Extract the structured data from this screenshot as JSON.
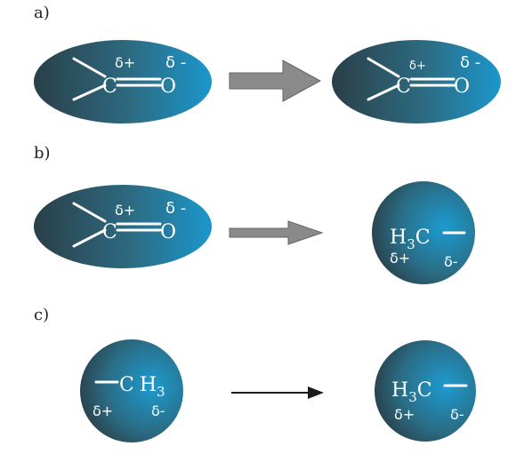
{
  "panels": {
    "a": {
      "label": "a)",
      "left": {
        "atom_c": "C",
        "atom_o": "O",
        "delta_plus": "δ+",
        "delta_minus": "δ -"
      },
      "right": {
        "atom_c": "C",
        "atom_o": "O",
        "delta_plus": "δ+",
        "delta_minus": "δ -"
      }
    },
    "b": {
      "label": "b)",
      "left": {
        "atom_c": "C",
        "atom_o": "O",
        "delta_plus": "δ+",
        "delta_minus": "δ -"
      },
      "right": {
        "h": "H",
        "sub": "3",
        "c": "C",
        "delta_plus": "δ+",
        "delta_minus": "δ-"
      }
    },
    "c": {
      "label": "c)",
      "left": {
        "c": "C",
        "h": "H",
        "sub": "3",
        "delta_plus": "δ+",
        "delta_minus": "δ-"
      },
      "right": {
        "h": "H",
        "sub": "3",
        "c": "C",
        "delta_plus": "δ+",
        "delta_minus": "δ-"
      }
    }
  },
  "colors": {
    "shape_dark": "#2a4550",
    "shape_mid": "#2f6f86",
    "shape_light": "#1c95c8",
    "big_arrow": "#8a8a8a",
    "thin_arrow": "#1a1a1a"
  }
}
